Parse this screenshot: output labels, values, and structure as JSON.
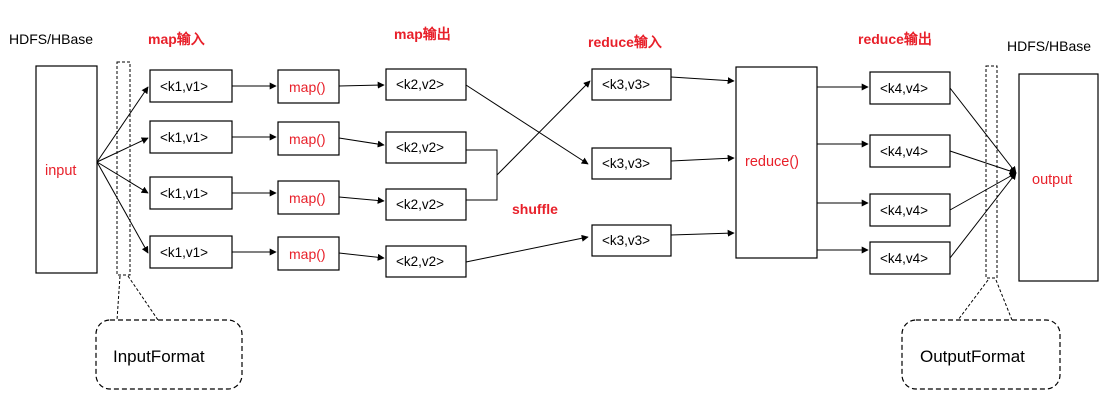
{
  "labels": {
    "source": "HDFS/HBase",
    "sink": "HDFS/HBase",
    "map_input": "map输入",
    "map_output": "map输出",
    "reduce_input": "reduce输入",
    "reduce_output": "reduce输出",
    "shuffle": "shuffle"
  },
  "input_label": "input",
  "output_label": "output",
  "reduce_label": "reduce()",
  "input_format": "InputFormat",
  "output_format": "OutputFormat",
  "map_inputs": [
    "<k1,v1>",
    "<k1,v1>",
    "<k1,v1>",
    "<k1,v1>"
  ],
  "map_functions": [
    "map()",
    "map()",
    "map()",
    "map()"
  ],
  "map_outputs": [
    "<k2,v2>",
    "<k2,v2>",
    "<k2,v2>",
    "<k2,v2>"
  ],
  "reduce_inputs": [
    "<k3,v3>",
    "<k3,v3>",
    "<k3,v3>"
  ],
  "reduce_outputs": [
    "<k4,v4>",
    "<k4,v4>",
    "<k4,v4>",
    "<k4,v4>"
  ]
}
